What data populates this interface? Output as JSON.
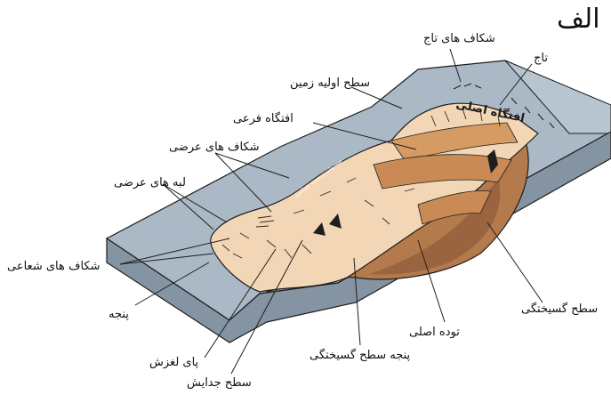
{
  "title": "الف",
  "labels": {
    "crown_cracks": "شکاف های تاج",
    "crown": "تاج",
    "original_ground_surface": "سطح اولیه زمین",
    "minor_scarp": "افتگاه فرعی",
    "transverse_cracks": "شکاف های عرضی",
    "transverse_ridges": "لبه های عرضی",
    "radial_cracks": "شکاف های شعاعی",
    "toe": "پنجه",
    "foot": "پای لغزش",
    "separation_surface": "سطح جدایش",
    "toe_of_rupture_surface": "پنجه سطح گسیختگی",
    "main_body": "توده اصلی",
    "rupture_surface": "سطح گسیختگی",
    "main_scarp": "افتگاه اصلی"
  },
  "watermark": "میسوان زیست شناسی",
  "colors": {
    "ground_top": "#aab9c5",
    "ground_side": "#7f90a0",
    "slide_body": "#f2d6b5",
    "rupture_brown": "#b57a4c",
    "dark_brown": "#8d5a34",
    "outline": "#1e1e1e"
  }
}
